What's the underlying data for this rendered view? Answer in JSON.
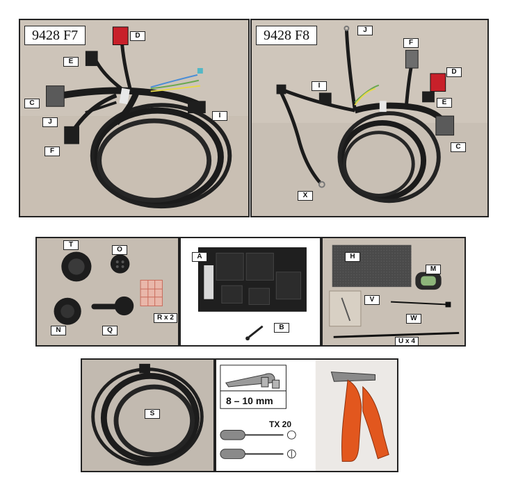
{
  "panels": {
    "f7": {
      "title": "9428 F7",
      "labels": [
        "D",
        "E",
        "C",
        "J",
        "F",
        "I"
      ]
    },
    "f8": {
      "title": "9428 F8",
      "labels": [
        "J",
        "F",
        "I",
        "D",
        "E",
        "C",
        "X"
      ]
    },
    "accessories_left": {
      "labels": [
        "T",
        "O",
        "N",
        "Q",
        "R x 2"
      ]
    },
    "ecu": {
      "labels": [
        "A",
        "B"
      ]
    },
    "accessories_right": {
      "labels": [
        "H",
        "M",
        "V",
        "W",
        "U x 4"
      ]
    },
    "sheath": {
      "labels": [
        "S"
      ]
    },
    "tools": {
      "socket_size": "8 – 10 mm",
      "driver": "TX 20"
    }
  },
  "colors": {
    "photo_background": "#c9bfb3",
    "cable": "#1b1b1b",
    "connector_red": "#c8202a",
    "tool_orange": "#e2571e"
  }
}
